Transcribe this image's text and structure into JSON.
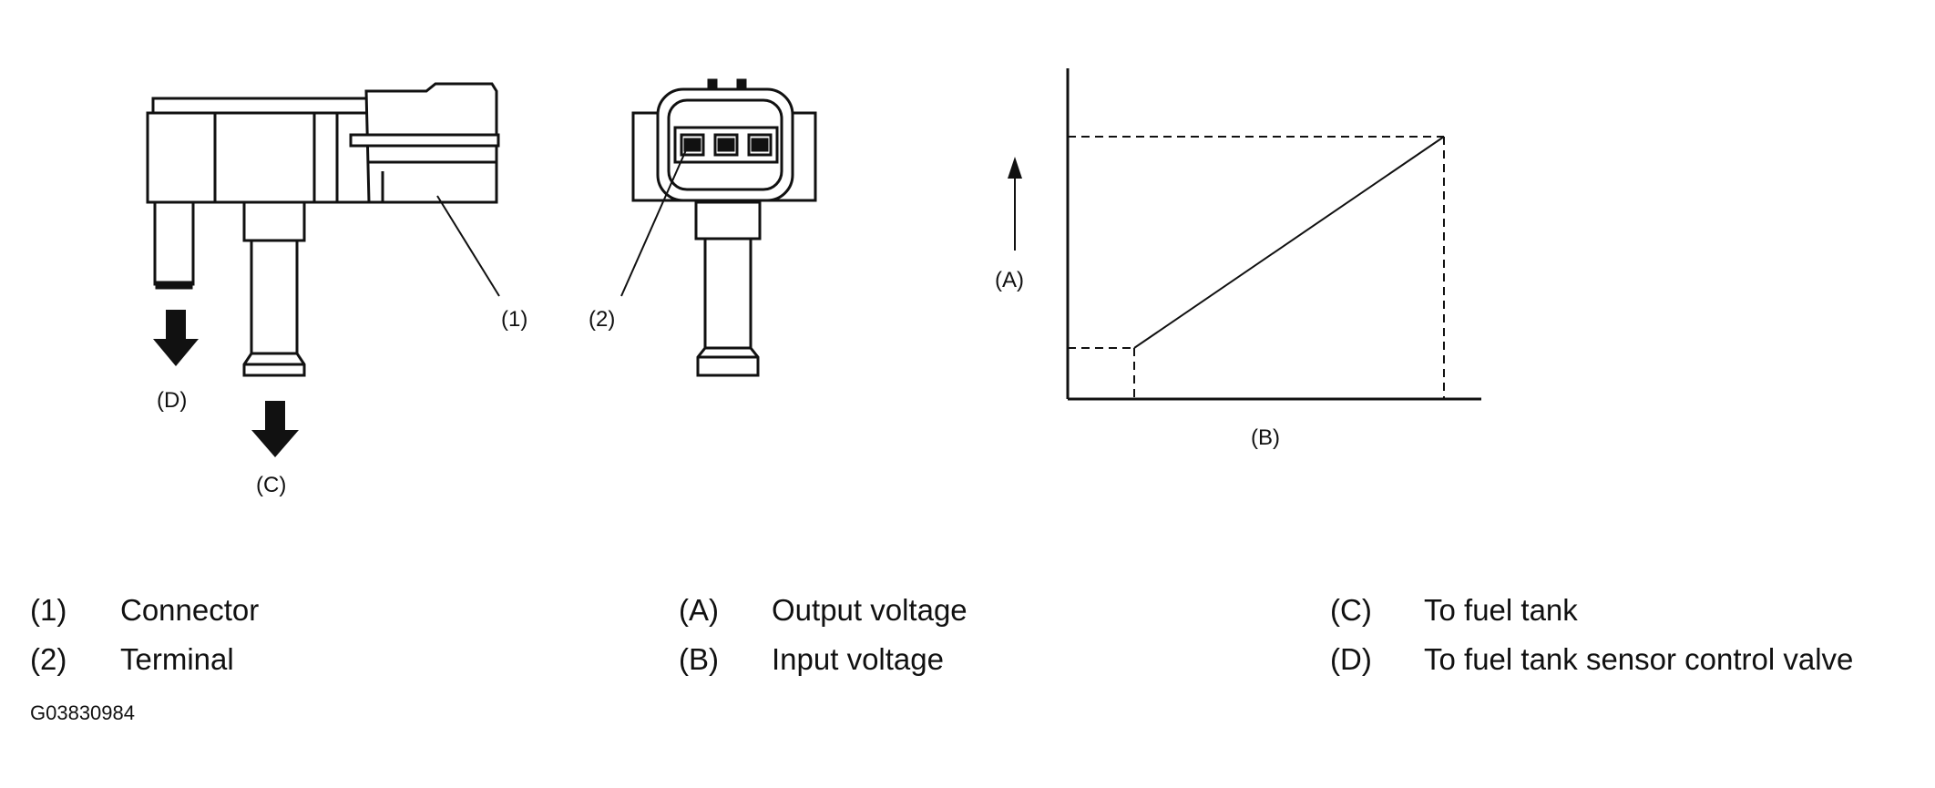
{
  "callouts": {
    "c1": "(1)",
    "c2": "(2)",
    "cA": "(A)",
    "cB": "(B)",
    "cC": "(C)",
    "cD": "(D)"
  },
  "legend": [
    {
      "key": "(1)",
      "text": "Connector"
    },
    {
      "key": "(2)",
      "text": "Terminal"
    },
    {
      "key": "(A)",
      "text": "Output voltage"
    },
    {
      "key": "(B)",
      "text": "Input voltage"
    },
    {
      "key": "(C)",
      "text": "To fuel tank"
    },
    {
      "key": "(D)",
      "text": "To fuel tank sensor control valve"
    }
  ],
  "figure_code": "G03830984"
}
